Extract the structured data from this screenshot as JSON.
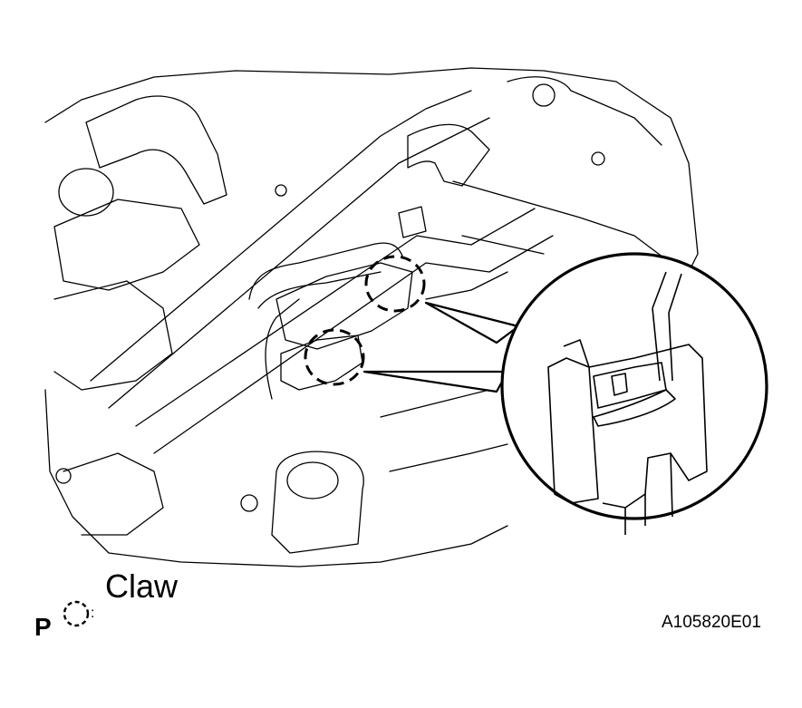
{
  "legend": {
    "mark": "P",
    "symbol_icon": "dashed-circle-icon",
    "symbol_separator": ":",
    "claw_label": "Claw"
  },
  "figure_code": "A105820E01",
  "colors": {
    "line": "#000000",
    "background": "#ffffff"
  }
}
